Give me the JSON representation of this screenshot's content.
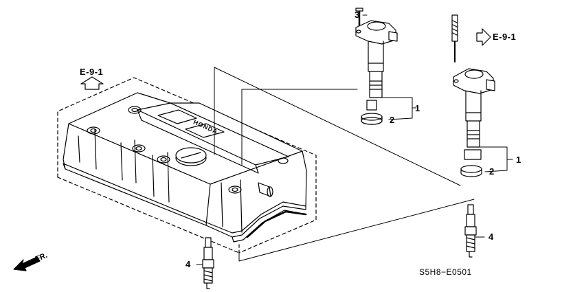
{
  "callouts": {
    "coil_top": "1",
    "cap_top": "2",
    "bolt": "3",
    "coil_right": "1",
    "cap_right": "2",
    "plug_right": "4",
    "plug_left": "4"
  },
  "refs": {
    "left": "E-9-1",
    "right": "E-9-1"
  },
  "diagram_code": "S5H8−E0501",
  "direction_label": "FR.",
  "cover_lettering": "HONDA"
}
